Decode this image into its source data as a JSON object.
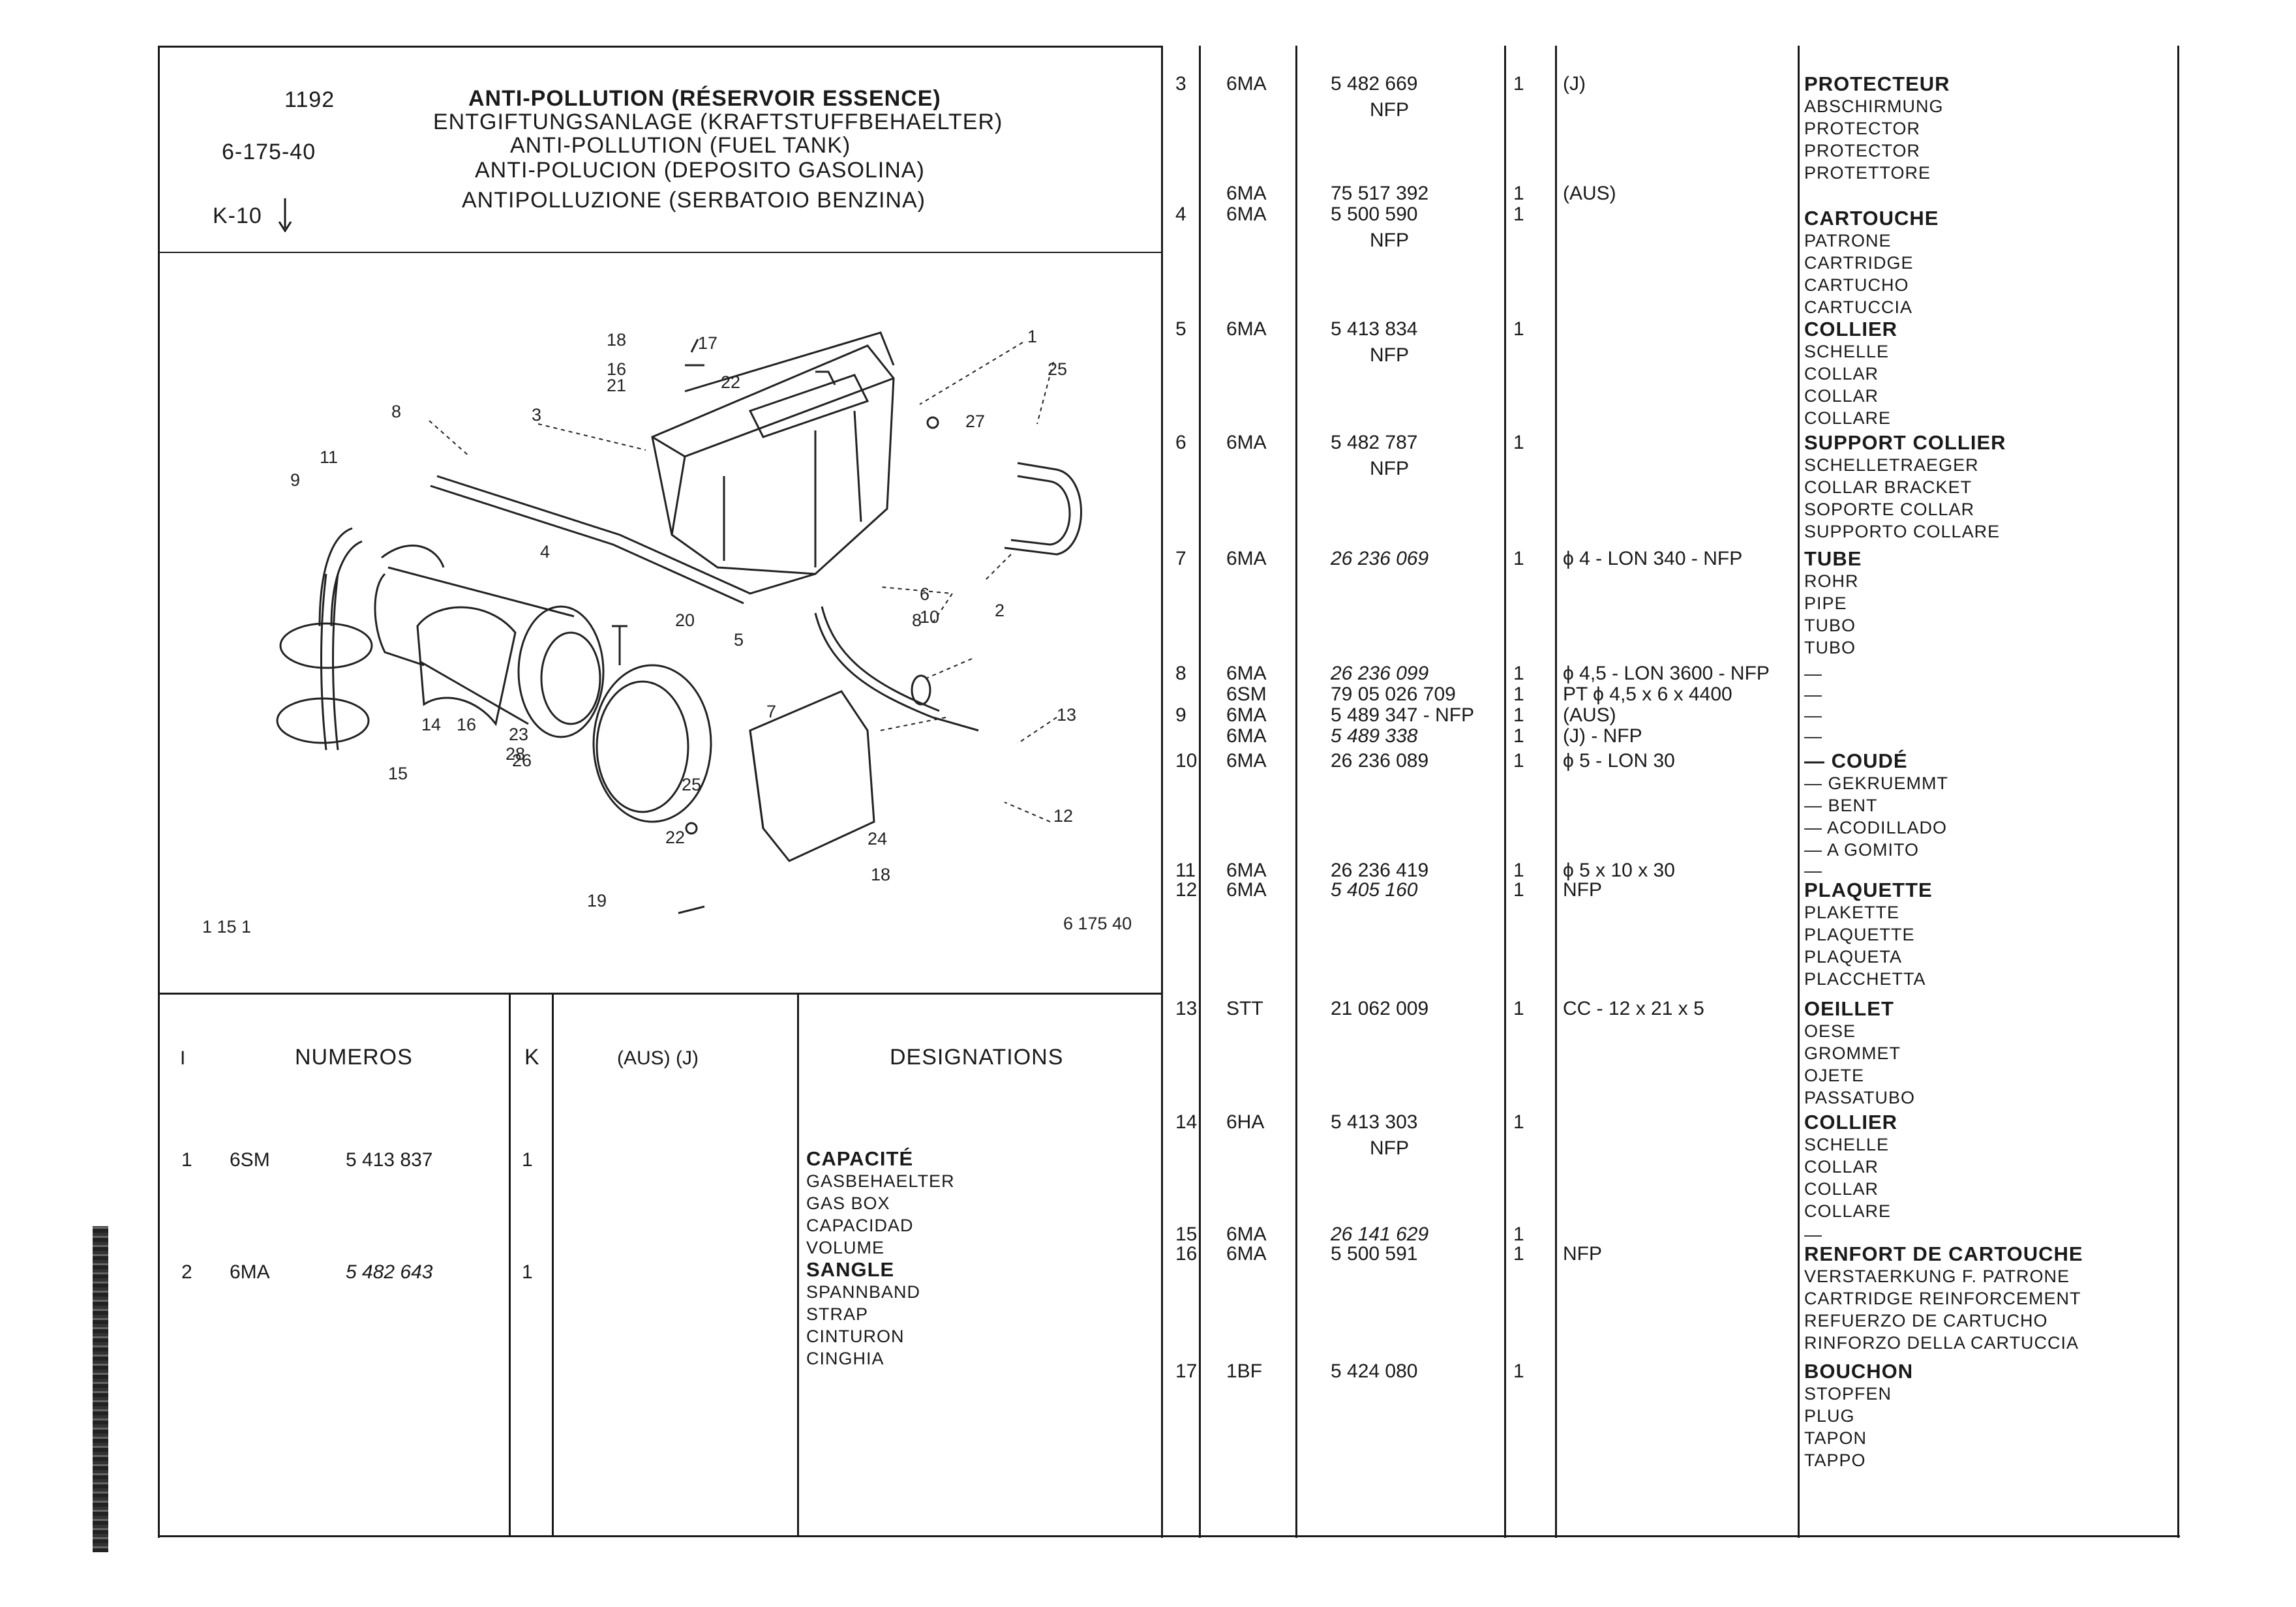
{
  "header": {
    "code": "1192",
    "ref": "6-175-40",
    "key": "K-10",
    "titles": [
      "ANTI-POLLUTION (RÉSERVOIR ESSENCE)",
      "ENTGIFTUNGSANLAGE (KRAFTSTUFFBEHAELTER)",
      "ANTI-POLLUTION (FUEL TANK)",
      "ANTI-POLUCION (DEPOSITO GASOLINA)",
      "ANTIPOLLUZIONE (SERBATOIO BENZINA)"
    ]
  },
  "diagram": {
    "ref_left": "1 15 1",
    "ref_right": "6 175 40",
    "callouts": [
      "1",
      "2",
      "3",
      "4",
      "5",
      "6",
      "7",
      "8",
      "8",
      "9",
      "10",
      "11",
      "12",
      "13",
      "14",
      "15",
      "16",
      "16",
      "17",
      "18",
      "18",
      "19",
      "20",
      "21",
      "22",
      "22",
      "23",
      "24",
      "25",
      "25",
      "26",
      "27",
      "28"
    ]
  },
  "columns": {
    "item": "I",
    "numeros": "NUMEROS",
    "k": "K",
    "ausj": "(AUS) (J)",
    "designations": "DESIGNATIONS"
  },
  "left_rows": [
    {
      "item": "1",
      "code": "6SM",
      "number": "5 413 837",
      "qty": "1",
      "designation": [
        "CAPACITÉ",
        "GASBEHAELTER",
        "GAS BOX",
        "CAPACIDAD",
        "VOLUME"
      ]
    },
    {
      "item": "2",
      "code": "6MA",
      "number": "5 482 643",
      "qty": "1",
      "designation": [
        "SANGLE",
        "SPANNBAND",
        "STRAP",
        "CINTURON",
        "CINGHIA"
      ]
    }
  ],
  "right_rows": [
    {
      "item": "3",
      "code": "6MA",
      "number": "5 482 669",
      "sub": "NFP",
      "qty": "1",
      "remark": "(J)",
      "designation": [
        "PROTECTEUR",
        "ABSCHIRMUNG",
        "PROTECTOR",
        "PROTECTOR",
        "PROTETTORE"
      ]
    },
    {
      "item": "",
      "code": "6MA",
      "number": "75 517 392",
      "sub": "",
      "qty": "1",
      "remark": "(AUS)",
      "designation": []
    },
    {
      "item": "4",
      "code": "6MA",
      "number": "5 500 590",
      "sub": "NFP",
      "qty": "1",
      "remark": "",
      "designation": [
        "CARTOUCHE",
        "PATRONE",
        "CARTRIDGE",
        "CARTUCHO",
        "CARTUCCIA"
      ]
    },
    {
      "item": "5",
      "code": "6MA",
      "number": "5 413 834",
      "sub": "NFP",
      "qty": "1",
      "remark": "",
      "designation": [
        "COLLIER",
        "SCHELLE",
        "COLLAR",
        "COLLAR",
        "COLLARE"
      ]
    },
    {
      "item": "6",
      "code": "6MA",
      "number": "5 482 787",
      "sub": "NFP",
      "qty": "1",
      "remark": "",
      "designation": [
        "SUPPORT COLLIER",
        "SCHELLETRAEGER",
        "COLLAR BRACKET",
        "SOPORTE COLLAR",
        "SUPPORTO COLLARE"
      ]
    },
    {
      "item": "7",
      "code": "6MA",
      "number": "26 236 069",
      "sub": "",
      "qty": "1",
      "remark": "ϕ 4 - LON 340 - NFP",
      "designation": [
        "TUBE",
        "ROHR",
        "PIPE",
        "TUBO",
        "TUBO"
      ]
    },
    {
      "item": "8",
      "code": "6MA",
      "number": "26 236 099",
      "sub": "",
      "qty": "1",
      "remark": "ϕ 4,5 - LON 3600 - NFP",
      "designation": [
        "—"
      ]
    },
    {
      "item": "",
      "code": "6SM",
      "number": "79 05 026 709",
      "sub": "",
      "qty": "1",
      "remark": "PT ϕ 4,5 x 6 x 4400",
      "designation": [
        "—"
      ]
    },
    {
      "item": "9",
      "code": "6MA",
      "number": "5 489 347 - NFP",
      "sub": "",
      "qty": "1",
      "remark": "(AUS)",
      "designation": [
        "—"
      ]
    },
    {
      "item": "",
      "code": "6MA",
      "number": "5 489 338",
      "sub": "",
      "qty": "1",
      "remark": "(J) - NFP",
      "designation": [
        "—"
      ]
    },
    {
      "item": "10",
      "code": "6MA",
      "number": "26 236 089",
      "sub": "",
      "qty": "1",
      "remark": "ϕ 5 - LON 30",
      "designation": [
        "— COUDÉ",
        "— GEKRUEMMT",
        "— BENT",
        "— ACODILLADO",
        "— A GOMITO"
      ]
    },
    {
      "item": "11",
      "code": "6MA",
      "number": "26 236 419",
      "sub": "",
      "qty": "1",
      "remark": "ϕ 5 x 10 x 30",
      "designation": [
        "—"
      ]
    },
    {
      "item": "12",
      "code": "6MA",
      "number": "5 405 160",
      "sub": "",
      "qty": "1",
      "remark": "NFP",
      "designation": [
        "PLAQUETTE",
        "PLAKETTE",
        "PLAQUETTE",
        "PLAQUETA",
        "PLACCHETTA"
      ]
    },
    {
      "item": "13",
      "code": "STT",
      "number": "21 062 009",
      "sub": "",
      "qty": "1",
      "remark": "CC - 12 x 21 x 5",
      "designation": [
        "OEILLET",
        "OESE",
        "GROMMET",
        "OJETE",
        "PASSATUBO"
      ]
    },
    {
      "item": "14",
      "code": "6HA",
      "number": "5 413 303",
      "sub": "NFP",
      "qty": "1",
      "remark": "",
      "designation": [
        "COLLIER",
        "SCHELLE",
        "COLLAR",
        "COLLAR",
        "COLLARE"
      ]
    },
    {
      "item": "15",
      "code": "6MA",
      "number": "26 141 629",
      "sub": "",
      "qty": "1",
      "remark": "",
      "designation": [
        "—"
      ]
    },
    {
      "item": "16",
      "code": "6MA",
      "number": "5 500 591",
      "sub": "",
      "qty": "1",
      "remark": "NFP",
      "designation": [
        "RENFORT DE CARTOUCHE",
        "VERSTAERKUNG F. PATRONE",
        "CARTRIDGE REINFORCEMENT",
        "REFUERZO DE CARTUCHO",
        "RINFORZO DELLA CARTUCCIA"
      ]
    },
    {
      "item": "17",
      "code": "1BF",
      "number": "5 424 080",
      "sub": "",
      "qty": "1",
      "remark": "",
      "designation": [
        "BOUCHON",
        "STOPFEN",
        "PLUG",
        "TAPON",
        "TAPPO"
      ]
    }
  ]
}
